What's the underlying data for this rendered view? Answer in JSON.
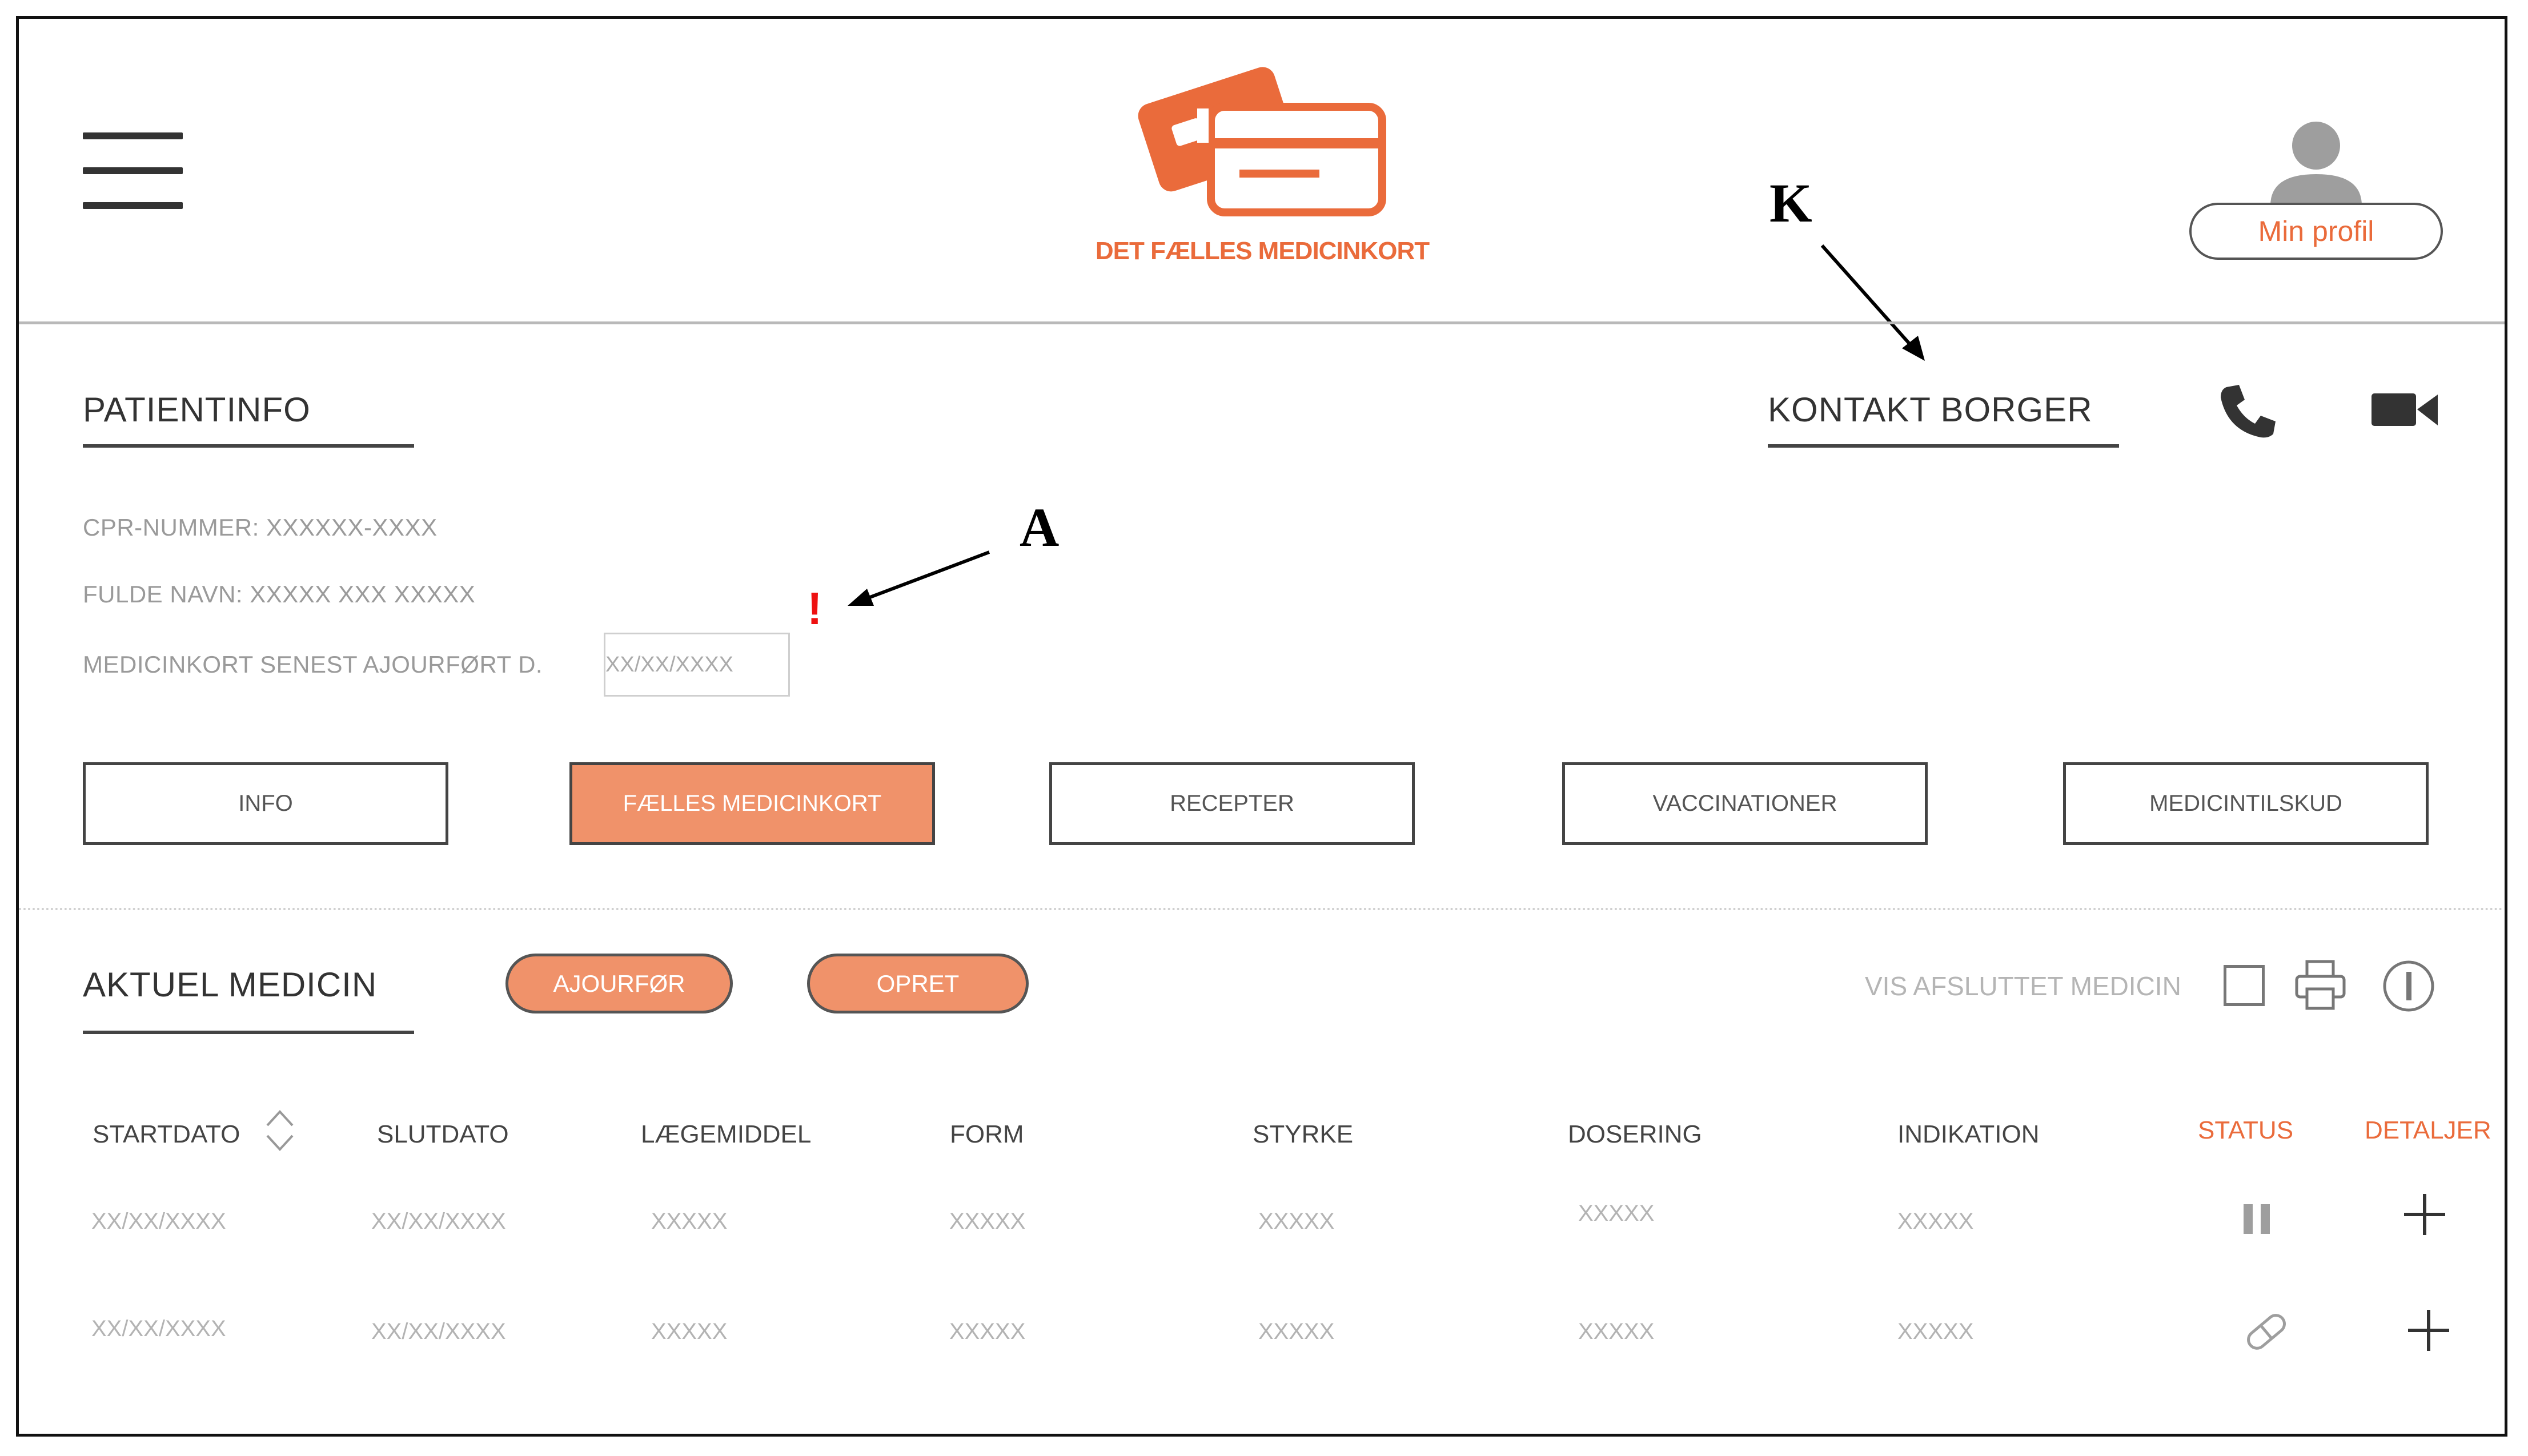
{
  "app": {
    "logo_text": "DET FÆLLES MEDICINKORT",
    "profile_button": "Min profil",
    "brand_color": "#ea6b3b",
    "button_fill": "#f0926a"
  },
  "annotations": {
    "k_label": "K",
    "a_label": "A",
    "alert_mark": "!"
  },
  "patient": {
    "title": "PATIENTINFO",
    "cpr": "CPR-NUMMER: XXXXXX-XXXX",
    "name": "FULDE NAVN: XXXXX XXX XXXXX",
    "updated_label": "MEDICINKORT SENEST AJOURFØRT D.",
    "updated_value": "XX/XX/XXXX"
  },
  "contact": {
    "title": "KONTAKT BORGER",
    "phone_icon": "phone-icon",
    "video_icon": "video-camera-icon"
  },
  "tabs": [
    {
      "label": "INFO",
      "active": false
    },
    {
      "label": "FÆLLES MEDICINKORT",
      "active": true
    },
    {
      "label": "RECEPTER",
      "active": false
    },
    {
      "label": "VACCINATIONER",
      "active": false
    },
    {
      "label": "MEDICINTILSKUD",
      "active": false
    }
  ],
  "medicine": {
    "title": "AKTUEL MEDICIN",
    "update_button": "AJOURFØR",
    "create_button": "OPRET",
    "show_finished_label": "VIS AFSLUTTET MEDICIN",
    "show_finished_checked": false,
    "print_icon": "printer-icon",
    "info_icon": "info-icon"
  },
  "table": {
    "columns": [
      "STARTDATO",
      "SLUTDATO",
      "LÆGEMIDDEL",
      "FORM",
      "STYRKE",
      "DOSERING",
      "INDIKATION",
      "STATUS",
      "DETALJER"
    ],
    "rows": [
      {
        "cells": [
          "XX/XX/XXXX",
          "XX/XX/XXXX",
          "XXXXX",
          "XXXXX",
          "XXXXX",
          "XXXXX",
          "XXXXX"
        ],
        "status_icon": "pause-icon",
        "details_icon": "plus-icon"
      },
      {
        "cells": [
          "XX/XX/XXXX",
          "XX/XX/XXXX",
          "XXXXX",
          "XXXXX",
          "XXXXX",
          "XXXXX",
          "XXXXX"
        ],
        "status_icon": "pill-icon",
        "details_icon": "plus-icon"
      }
    ]
  }
}
